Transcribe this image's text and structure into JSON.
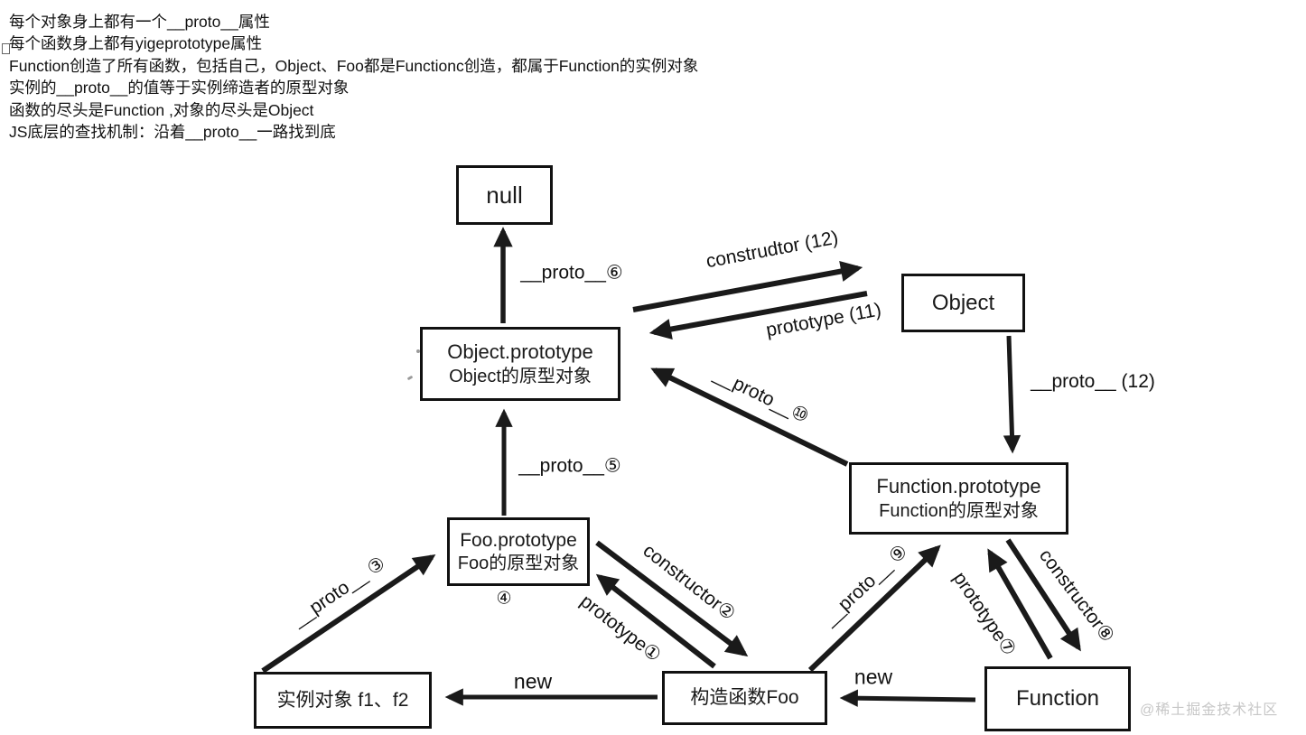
{
  "notes": {
    "lines": [
      "每个对象身上都有一个__proto__属性",
      "每个函数身上都有yigeprototype属性",
      "Function创造了所有函数，包括自己，Object、Foo都是Functionc创造，都属于Function的实例对象",
      "实例的__proto__的值等于实例缔造者的原型对象",
      "函数的尽头是Function ,对象的尽头是Object",
      "JS底层的查找机制：沿着__proto__一路找到底"
    ]
  },
  "boxes": {
    "null_box": {
      "title": "null"
    },
    "object": {
      "title": "Object"
    },
    "object_prototype": {
      "title": "Object.prototype",
      "subtitle": "Object的原型对象"
    },
    "function_prototype": {
      "title": "Function.prototype",
      "subtitle": "Function的原型对象"
    },
    "foo_prototype": {
      "title": "Foo.prototype",
      "subtitle": "Foo的原型对象"
    },
    "instances": {
      "title": "实例对象 f1、f2"
    },
    "foo_constructor": {
      "title": "构造函数Foo"
    },
    "function_box": {
      "title": "Function"
    }
  },
  "edge_labels": {
    "proto_6": "__proto__⑥",
    "construdtor_12": "construdtor (12)",
    "prototype_11": "prototype (11)",
    "proto_12": "__proto__ (12)",
    "proto_10": "__proto__⑩",
    "proto_5": "__proto__⑤",
    "proto_3": "__proto__ ③",
    "constructor_2": "constructor②",
    "prototype_1": "prototype①",
    "step_4": "④",
    "new_left": "new",
    "proto_9": "__proto__ ⑨",
    "prototype_7": "prototype⑦",
    "constructor_8": "constructor⑧",
    "new_right": "new"
  },
  "watermark": "@稀土掘金技术社区",
  "colors": {
    "ink": "#1a1a1a",
    "watermark": "#c7c7c7",
    "background": "#ffffff"
  }
}
